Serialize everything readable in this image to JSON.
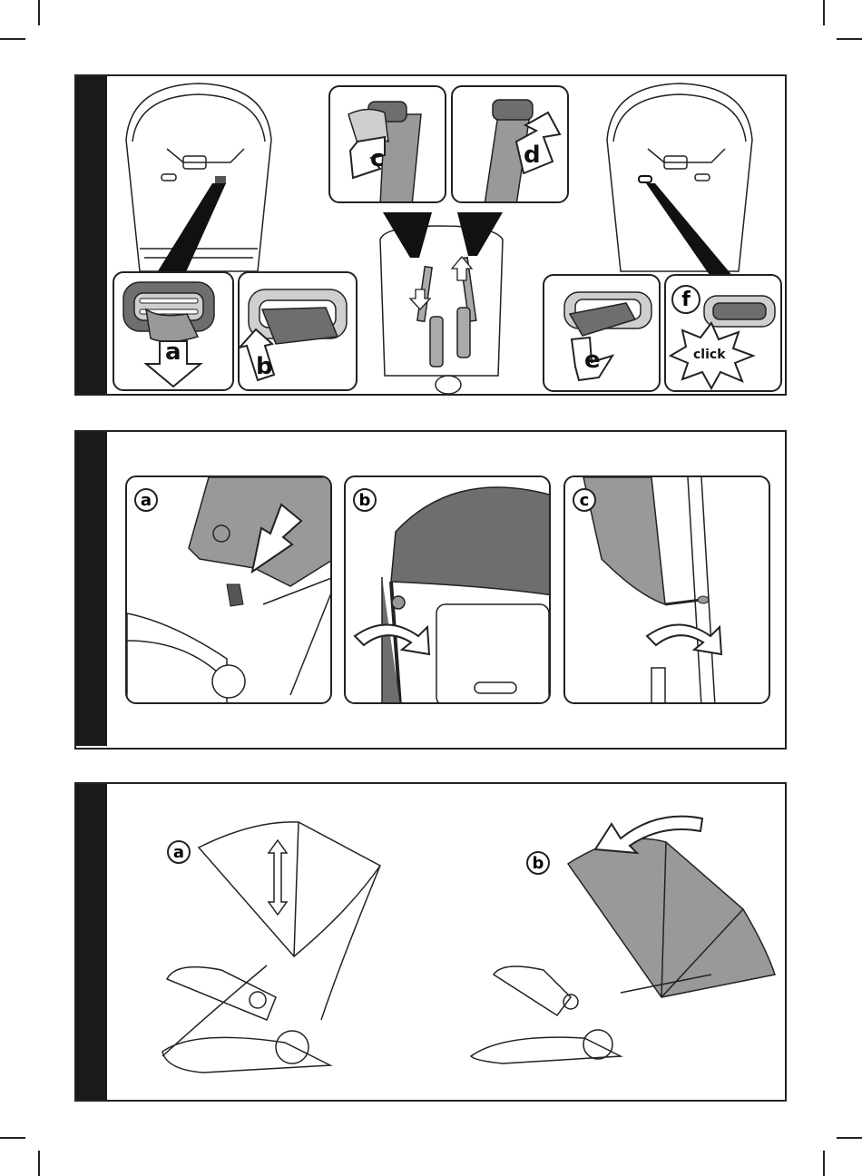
{
  "panel1": {
    "labels": {
      "a": "a",
      "b": "b",
      "c": "c",
      "d": "d",
      "e": "e",
      "f": "f"
    },
    "click_text": "click"
  },
  "panel2": {
    "labels": {
      "a": "a",
      "b": "b",
      "c": "c"
    }
  },
  "panel3": {
    "labels": {
      "a": "a",
      "b": "b"
    }
  },
  "colors": {
    "ink": "#222222",
    "fill_gray": "#999999",
    "dark_gray": "#6e6e6e",
    "light_gray": "#cfcfcf",
    "bar": "#1a1a1a"
  },
  "icons": [
    "arrow-down-icon",
    "arrow-up-icon",
    "curved-arrow-icon",
    "rotate-arrows-icon",
    "click-burst-icon",
    "up-down-arrow-icon"
  ]
}
